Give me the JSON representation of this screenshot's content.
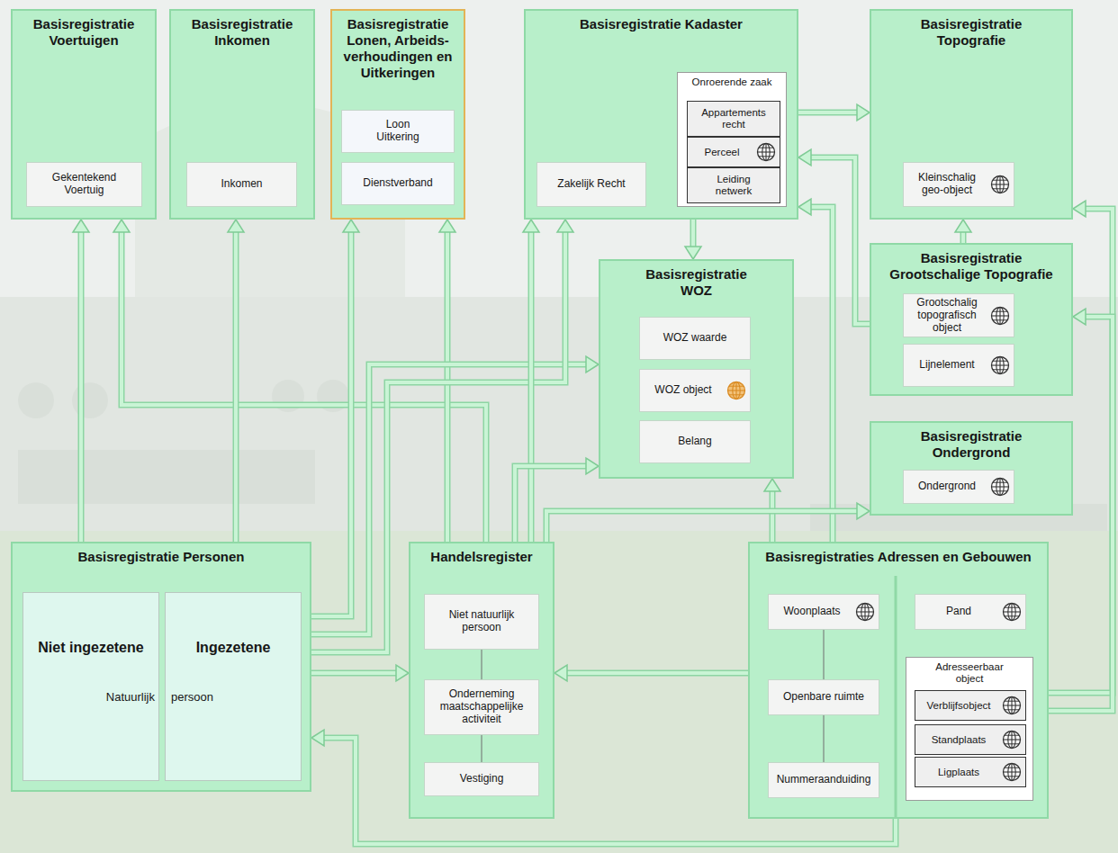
{
  "diagram": {
    "nodes": [
      {
        "text": [
          "Basisregistratie Voertuigen"
        ]
      },
      {
        "text": [
          "Gekentekend Voertuig"
        ],
        "in": 0
      },
      {
        "text": [
          "Basisregistratie Inkomen"
        ]
      },
      {
        "text": [
          "Inkomen"
        ],
        "in": 2
      },
      {
        "text": [
          "Basisregistratie Lonen, Arbeids- verhoudingen en Uitkeringen"
        ]
      },
      {
        "text": [
          "Loon Uitkering"
        ],
        "in": 4
      },
      {
        "text": [
          "Dienstverband"
        ],
        "in": 4
      },
      {
        "text": [
          "Basisregistratie Kadaster"
        ]
      },
      {
        "text": [
          "Zakelijk Recht"
        ],
        "in": 7
      },
      {
        "text": [
          "Onroerende zaak"
        ],
        "in": 7
      },
      {
        "text": [
          "Appartements recht"
        ],
        "in": 9
      },
      {
        "text": [
          "Perceel"
        ],
        "in": 9
      },
      {
        "text": [
          "Leiding netwerk"
        ],
        "in": 9
      },
      {
        "text": [
          "Basisregistratie Topografie"
        ]
      },
      {
        "text": [
          "Kleinschalig geo-object"
        ],
        "in": 13
      },
      {
        "text": [
          "Basisregistratie WOZ"
        ]
      },
      {
        "text": [
          "WOZ waarde"
        ],
        "in": 15
      },
      {
        "text": [
          "WOZ object"
        ],
        "in": 15
      },
      {
        "text": [
          "Belang"
        ],
        "in": 15
      },
      {
        "text": [
          "Basisregistratie Grootschalige Topografie"
        ]
      },
      {
        "text": [
          "Grootschalig topografisch object"
        ],
        "in": 19
      },
      {
        "text": [
          "Lijnelement"
        ],
        "in": 19
      },
      {
        "text": [
          "Basisregistratie Ondergrond"
        ]
      },
      {
        "text": [
          "Ondergrond"
        ],
        "in": 22
      },
      {
        "text": [
          "Basisregistratie Personen"
        ]
      },
      {
        "text": [
          "Niet ingezetene",
          "Natuurlijk"
        ],
        "in": 24
      },
      {
        "text": [
          "Ingezetene",
          "persoon"
        ],
        "in": 24
      },
      {
        "text": [
          "Handelsregister"
        ]
      },
      {
        "text": [
          "Niet natuurlijk persoon"
        ],
        "in": 27
      },
      {
        "text": [
          "Onderneming maatschappelijke activiteit"
        ],
        "in": 27
      },
      {
        "text": [
          "Vestiging"
        ],
        "in": 27
      },
      {
        "text": [
          "Basisregistraties Adressen en Gebouwen"
        ]
      },
      {
        "text": [
          "Woonplaats"
        ],
        "in": 31
      },
      {
        "text": [
          "Openbare ruimte"
        ],
        "in": 31
      },
      {
        "text": [
          "Nummeraanduiding"
        ],
        "in": 31
      },
      {
        "text": [
          "Pand"
        ],
        "in": 31
      },
      {
        "text": [
          "Adresseerbaar object"
        ],
        "in": 31
      },
      {
        "text": [
          "Verblijfsobject"
        ],
        "in": 36
      },
      {
        "text": [
          "Standplaats"
        ],
        "in": 36
      },
      {
        "text": [
          "Ligplaats"
        ],
        "in": 36
      }
    ],
    "edges": [
      {
        "from": 24,
        "to": 0,
        "arrow": "to"
      },
      {
        "from": 27,
        "to": 0,
        "arrow": "to"
      },
      {
        "from": 24,
        "to": 2,
        "arrow": "to"
      },
      {
        "from": 24,
        "to": 4,
        "arrow": "to"
      },
      {
        "from": 27,
        "to": 4,
        "arrow": "to"
      },
      {
        "from": 24,
        "to": 15,
        "arrow": "to"
      },
      {
        "from": 24,
        "to": 7,
        "arrow": "to"
      },
      {
        "from": 27,
        "to": 7,
        "arrow": "to"
      },
      {
        "from": 27,
        "to": 15,
        "arrow": "to"
      },
      {
        "from": 24,
        "to": 27,
        "arrow": "to"
      },
      {
        "from": 7,
        "to": 15,
        "arrow": "to"
      },
      {
        "from": 7,
        "to": 13,
        "arrow": "to"
      },
      {
        "from": 19,
        "to": 7,
        "arrow": "to"
      },
      {
        "from": 31,
        "to": 7,
        "arrow": "to"
      },
      {
        "from": 19,
        "to": 13,
        "arrow": "to"
      },
      {
        "from": 31,
        "to": 15,
        "arrow": "to"
      },
      {
        "from": 31,
        "to": 27,
        "arrow": "to"
      },
      {
        "from": 31,
        "to": 24,
        "arrow": "to"
      },
      {
        "from": 27,
        "to": 22,
        "arrow": "to"
      },
      {
        "from": 31,
        "to": 13,
        "arrow": "to"
      },
      {
        "from": 31,
        "to": 19,
        "arrow": "to"
      }
    ]
  }
}
